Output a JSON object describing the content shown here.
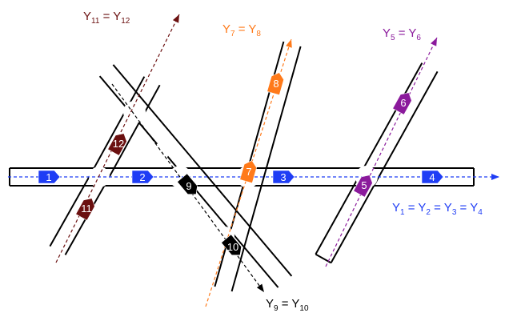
{
  "colors": {
    "blue": "#1f3df5",
    "orange": "#ff7a1a",
    "purple": "#8b1a9c",
    "darkred": "#6b1010",
    "black": "#000000"
  },
  "roads": [
    {
      "id": "horizontal-road"
    },
    {
      "id": "road-lower-left"
    },
    {
      "id": "road-upper-left"
    },
    {
      "id": "road-x-diagonal"
    },
    {
      "id": "road-middle"
    },
    {
      "id": "road-right"
    }
  ],
  "lanes": [
    {
      "id": "lane-blue",
      "color": "blue",
      "label": {
        "main": "Y",
        "parts": [
          [
            "1",
            " = Y"
          ],
          [
            "2",
            " = Y"
          ],
          [
            "3",
            " = Y"
          ],
          [
            "4",
            ""
          ]
        ]
      }
    },
    {
      "id": "lane-purple",
      "color": "purple",
      "label": {
        "main": "Y",
        "parts": [
          [
            "5",
            " = Y"
          ],
          [
            "6",
            ""
          ]
        ]
      }
    },
    {
      "id": "lane-orange",
      "color": "orange",
      "label": {
        "main": "Y",
        "parts": [
          [
            "7",
            " = Y"
          ],
          [
            "8",
            ""
          ]
        ]
      }
    },
    {
      "id": "lane-darkred",
      "color": "darkred",
      "label": {
        "main": "Y",
        "parts": [
          [
            "11",
            " = Y"
          ],
          [
            "12",
            ""
          ]
        ]
      }
    },
    {
      "id": "lane-black",
      "color": "black",
      "label": {
        "main": "Y",
        "parts": [
          [
            "9",
            " = Y"
          ],
          [
            "10",
            ""
          ]
        ]
      }
    }
  ],
  "markers": [
    {
      "num": "1",
      "color": "blue"
    },
    {
      "num": "2",
      "color": "blue"
    },
    {
      "num": "3",
      "color": "blue"
    },
    {
      "num": "4",
      "color": "blue"
    },
    {
      "num": "5",
      "color": "purple"
    },
    {
      "num": "6",
      "color": "purple"
    },
    {
      "num": "7",
      "color": "orange"
    },
    {
      "num": "8",
      "color": "orange"
    },
    {
      "num": "9",
      "color": "black"
    },
    {
      "num": "10",
      "color": "black"
    },
    {
      "num": "11",
      "color": "darkred"
    },
    {
      "num": "12",
      "color": "darkred"
    }
  ]
}
